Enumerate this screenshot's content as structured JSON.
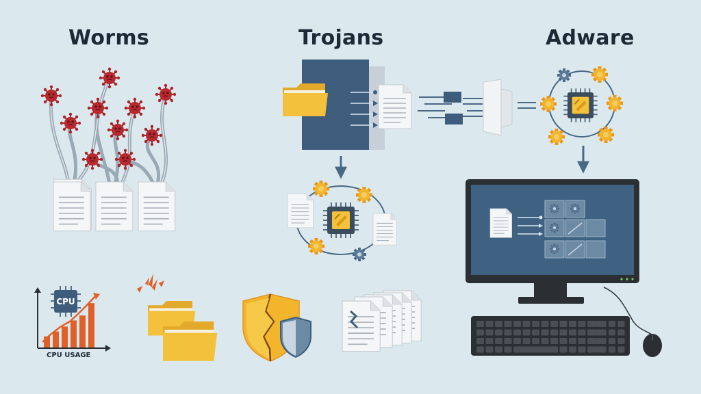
{
  "sections": {
    "worms": {
      "title": "Worms"
    },
    "trojans": {
      "title": "Trojans"
    },
    "adware": {
      "title": "Adware"
    }
  },
  "cpu_panel": {
    "chip_text": "CPU",
    "caption": "CPU USAGE",
    "bars": [
      0.18,
      0.26,
      0.34,
      0.44,
      0.52,
      0.72
    ]
  },
  "colors": {
    "background": "#dbe9ee",
    "virus": "#a8242a",
    "gear": "#f0a81e",
    "panel_blue": "#3e5d7c",
    "folder": "#f3c13b",
    "monitor": "#2b2f33",
    "bar": "#e0602a"
  }
}
